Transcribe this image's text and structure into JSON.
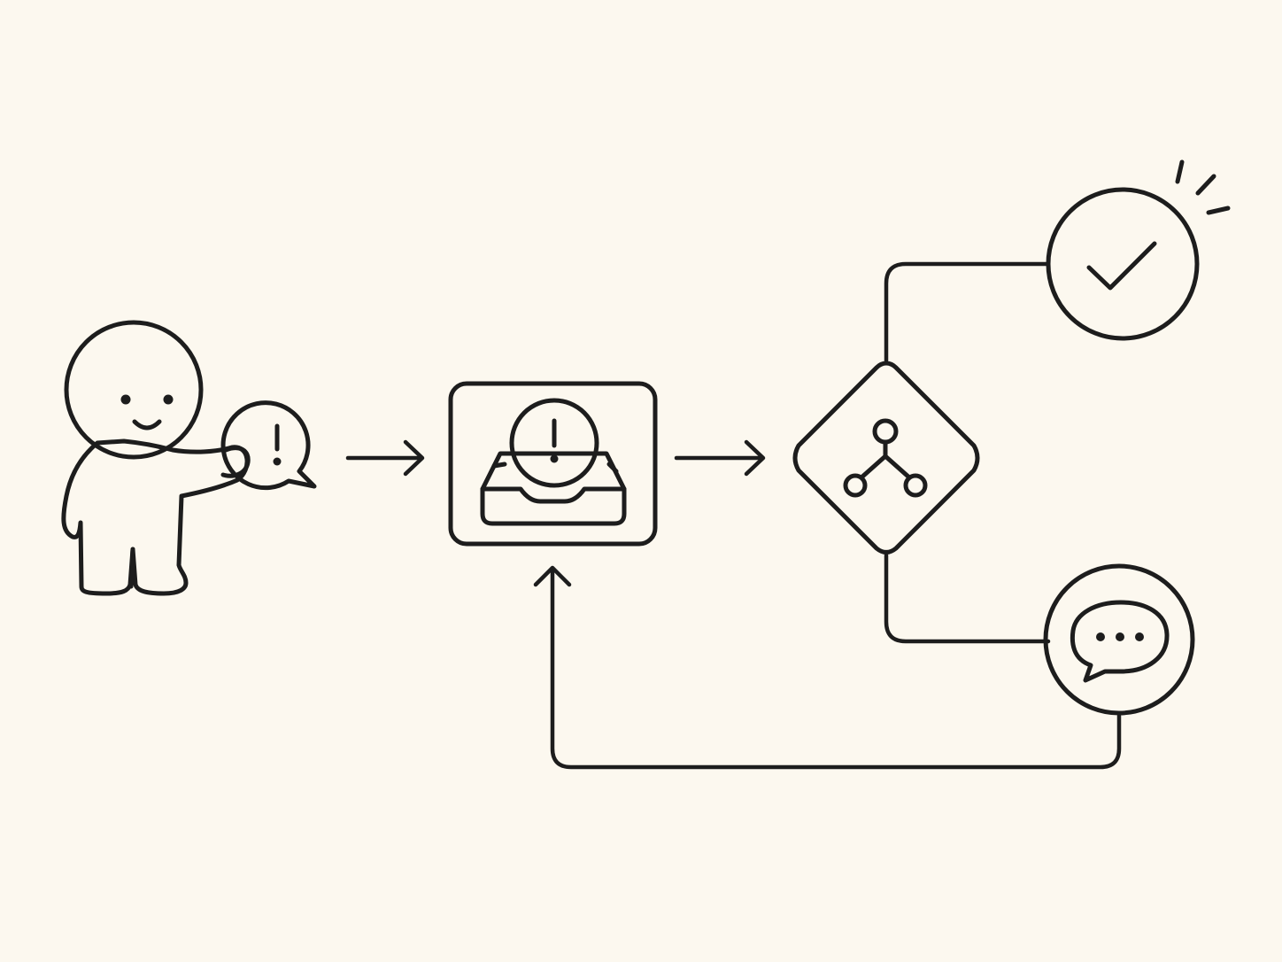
{
  "colors": {
    "background": "#fcf8ef",
    "outline": "#1d1d1d",
    "person_fill": "#fde8bd",
    "alert_fill": "#f08c6c",
    "inbox_fill": "#b4d5ef",
    "decision_fill": "#f9d272",
    "success_fill": "#aecb97",
    "reply_fill": "#f08c6c",
    "bubble_fill": "#fdf1da"
  },
  "nodes": [
    {
      "id": "user",
      "icon": "person-icon",
      "holds": "alert-bubble-icon"
    },
    {
      "id": "inbox",
      "icon": "inbox-tray-icon",
      "badge": "alert-icon"
    },
    {
      "id": "triage",
      "icon": "branch-network-icon",
      "shape": "diamond"
    },
    {
      "id": "resolved",
      "icon": "checkmark-icon",
      "shape": "circle"
    },
    {
      "id": "needs-reply",
      "icon": "chat-bubble-ellipsis-icon",
      "shape": "circle"
    }
  ],
  "edges": [
    {
      "from": "user",
      "to": "inbox",
      "arrow": true
    },
    {
      "from": "inbox",
      "to": "triage",
      "arrow": true
    },
    {
      "from": "triage",
      "to": "resolved",
      "arrow": false
    },
    {
      "from": "triage",
      "to": "needs-reply",
      "arrow": false
    },
    {
      "from": "needs-reply",
      "to": "inbox",
      "arrow": true
    }
  ]
}
